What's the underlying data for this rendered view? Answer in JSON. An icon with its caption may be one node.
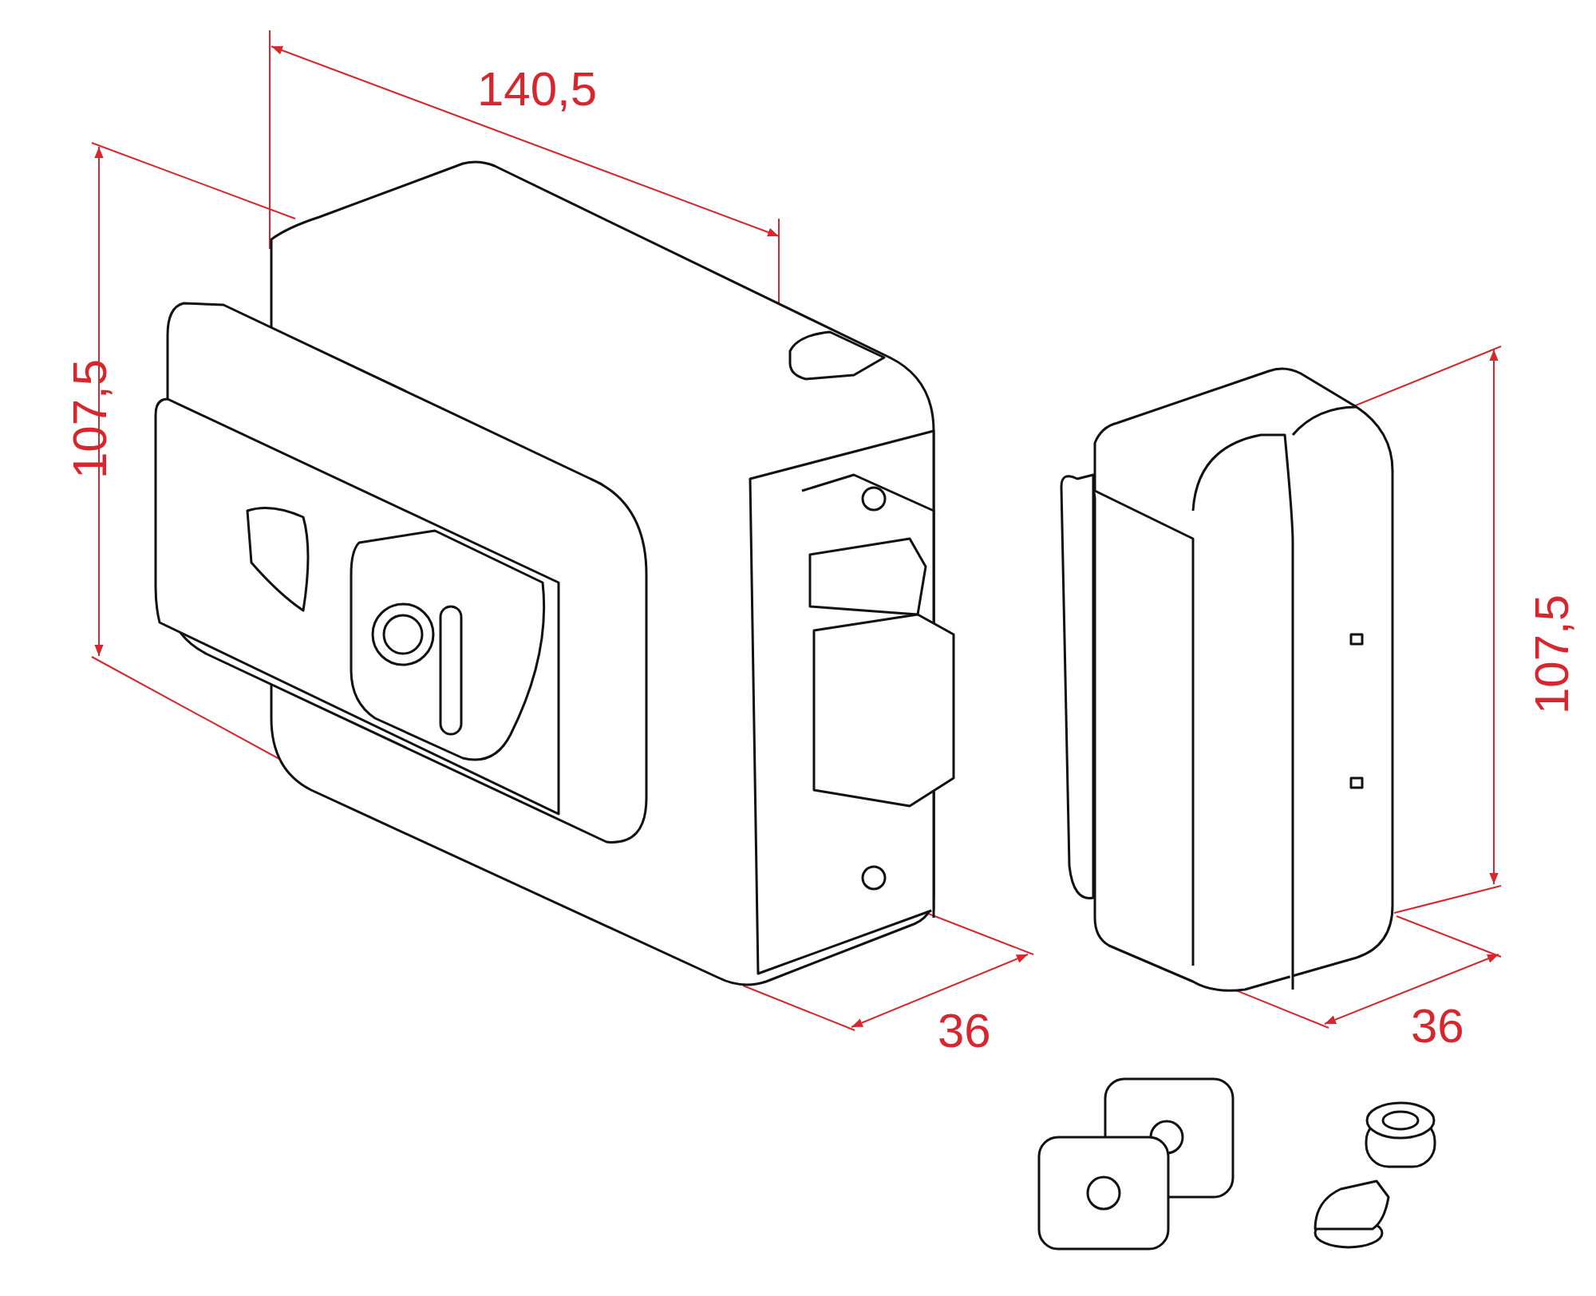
{
  "diagram": {
    "labels": [
      "140,5",
      "107,5",
      "107,5",
      "36",
      "36"
    ]
  }
}
